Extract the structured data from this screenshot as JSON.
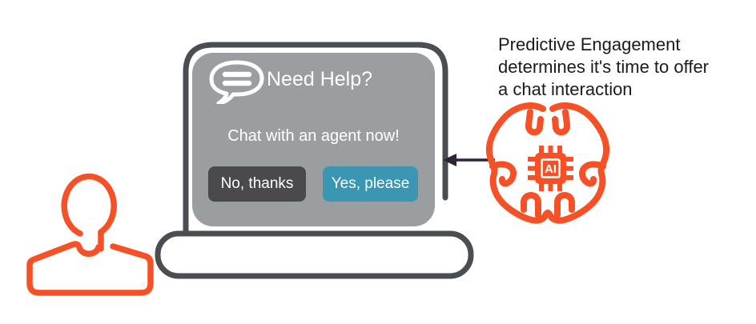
{
  "caption": {
    "lines": [
      "Predictive Engagement",
      "determines it's time to offer",
      "a chat interaction"
    ]
  },
  "chat_widget": {
    "title": "Need Help?",
    "prompt": "Chat with an agent now!",
    "buttons": {
      "decline": "No, thanks",
      "accept": "Yes, please"
    }
  },
  "ai_chip": {
    "label": "AI"
  },
  "icons": {
    "person": "user-icon",
    "chat": "chat-bubble-icon",
    "brain": "brain-ai-icon",
    "arrow": "arrow-left-icon"
  },
  "colors": {
    "orange": "#F65026",
    "laptop_frame": "#4A4D52",
    "screen_gray": "#9B9EA1",
    "button_decline_bg": "#4A4A4C",
    "button_accept_bg": "#3A96B2",
    "arrow": "#2E2438",
    "caption_text": "#1B1B1D",
    "widget_text": "#FFFFFF"
  }
}
